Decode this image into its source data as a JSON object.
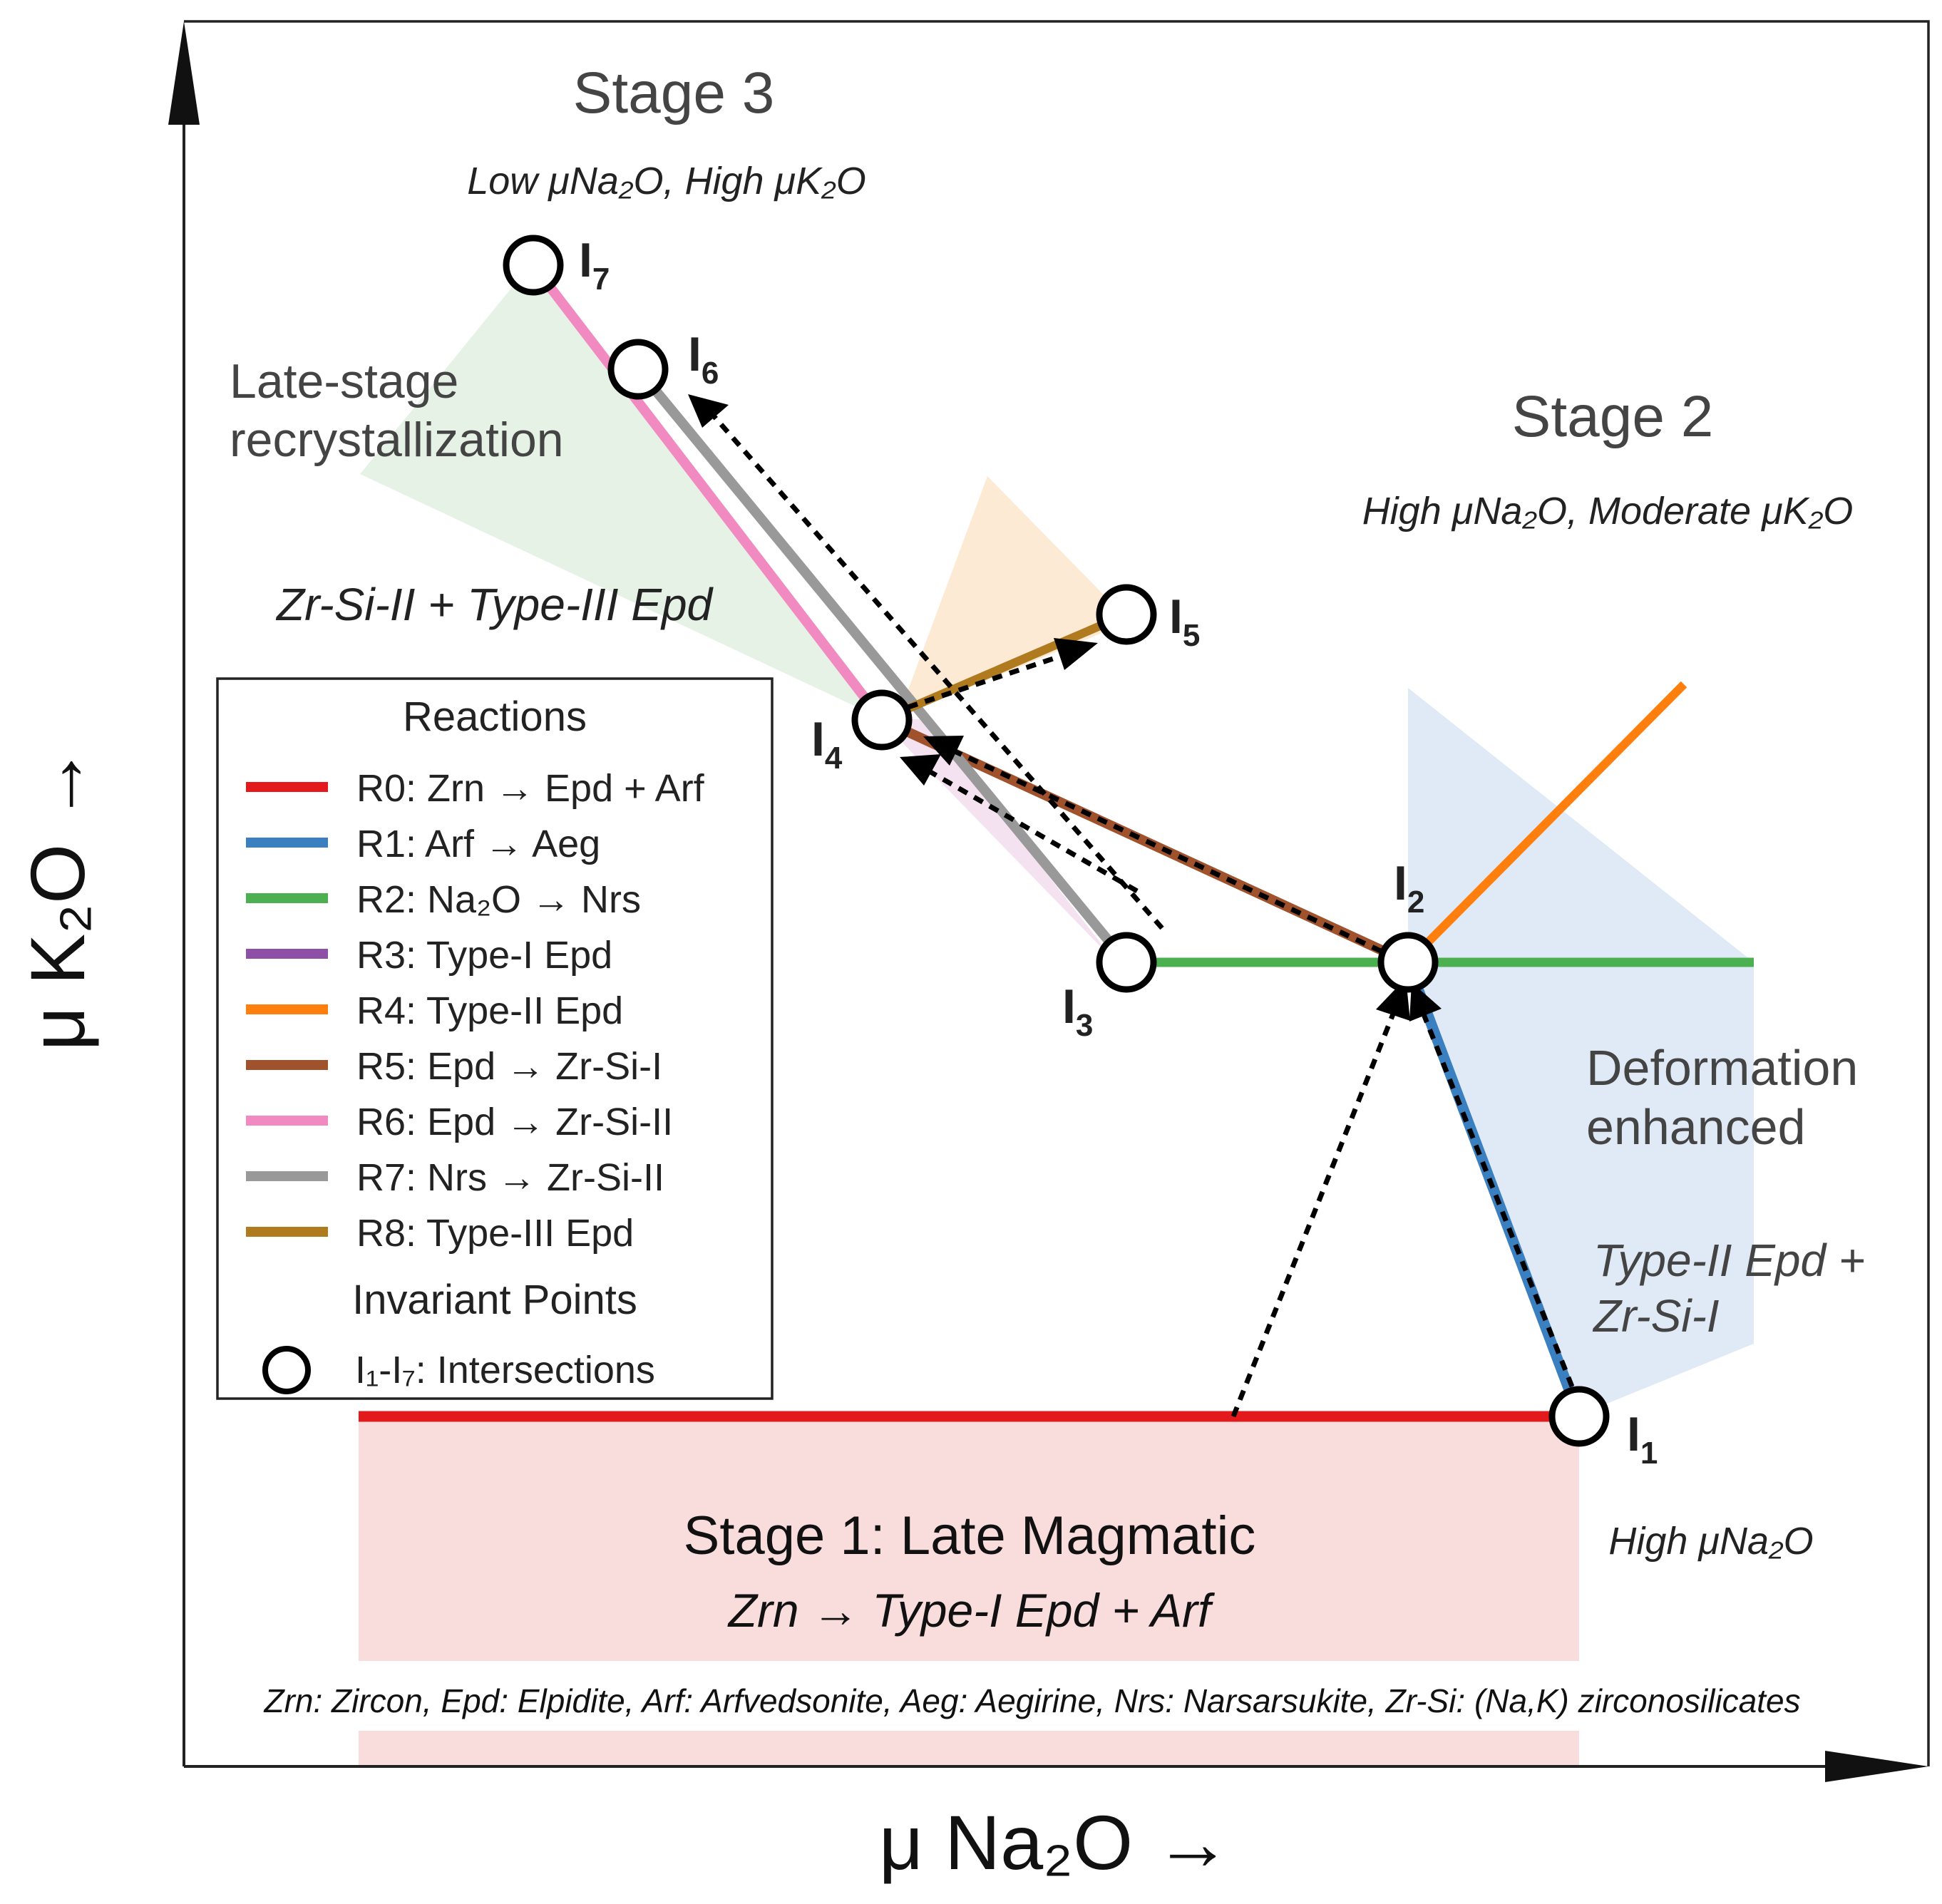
{
  "axes": {
    "x_label": "μ Na₂O →",
    "y_label": "μ K₂O →"
  },
  "stages": {
    "stage1": {
      "title": "Stage 1: Late Magmatic",
      "reaction": "Zrn → Type-I Epd + Arf",
      "condition": "High μNa₂O"
    },
    "stage2": {
      "title": "Stage 2",
      "condition": "High μNa₂O, Moderate μK₂O"
    },
    "stage3": {
      "title": "Stage 3",
      "condition": "Low μNa₂O, High μK₂O"
    }
  },
  "regions": {
    "late_stage": {
      "line1": "Late-stage",
      "line2": "recrystallization"
    },
    "zr_si_ii": "Zr-Si-II + Type-III Epd",
    "deformation": {
      "line1": "Deformation",
      "line2": "enhanced"
    },
    "type_ii": {
      "line1": "Type-II Epd +",
      "line2": "Zr-Si-I"
    }
  },
  "legend": {
    "title": "Reactions",
    "items": [
      {
        "label": "R0: Zrn → Epd + Arf",
        "color": "#e31a1c"
      },
      {
        "label": "R1: Arf → Aeg",
        "color": "#3a7fbf"
      },
      {
        "label": "R2: Na₂O → Nrs",
        "color": "#4caf50"
      },
      {
        "label": "R3: Type-I Epd",
        "color": "#8e4fa6"
      },
      {
        "label": "R4: Type-II Epd",
        "color": "#ff7f0e"
      },
      {
        "label": "R5: Epd → Zr-Si-I",
        "color": "#a0522d"
      },
      {
        "label": "R6: Epd → Zr-Si-II",
        "color": "#f08ac0"
      },
      {
        "label": "R7: Nrs → Zr-Si-II",
        "color": "#999999"
      },
      {
        "label": "R8: Type-III Epd",
        "color": "#b07a1e"
      }
    ],
    "points_title": "Invariant Points",
    "points_label": "I₁-I₇: Intersections"
  },
  "points": [
    {
      "id": "I1",
      "base": "I",
      "sub": "1"
    },
    {
      "id": "I2",
      "base": "I",
      "sub": "2"
    },
    {
      "id": "I3",
      "base": "I",
      "sub": "3"
    },
    {
      "id": "I4",
      "base": "I",
      "sub": "4"
    },
    {
      "id": "I5",
      "base": "I",
      "sub": "5"
    },
    {
      "id": "I6",
      "base": "I",
      "sub": "6"
    },
    {
      "id": "I7",
      "base": "I",
      "sub": "7"
    }
  ],
  "footnote": "Zrn: Zircon, Epd: Elpidite, Arf: Arfvedsonite, Aeg: Aegirine, Nrs: Narsarsukite, Zr-Si: (Na,K) zirconosilicates"
}
